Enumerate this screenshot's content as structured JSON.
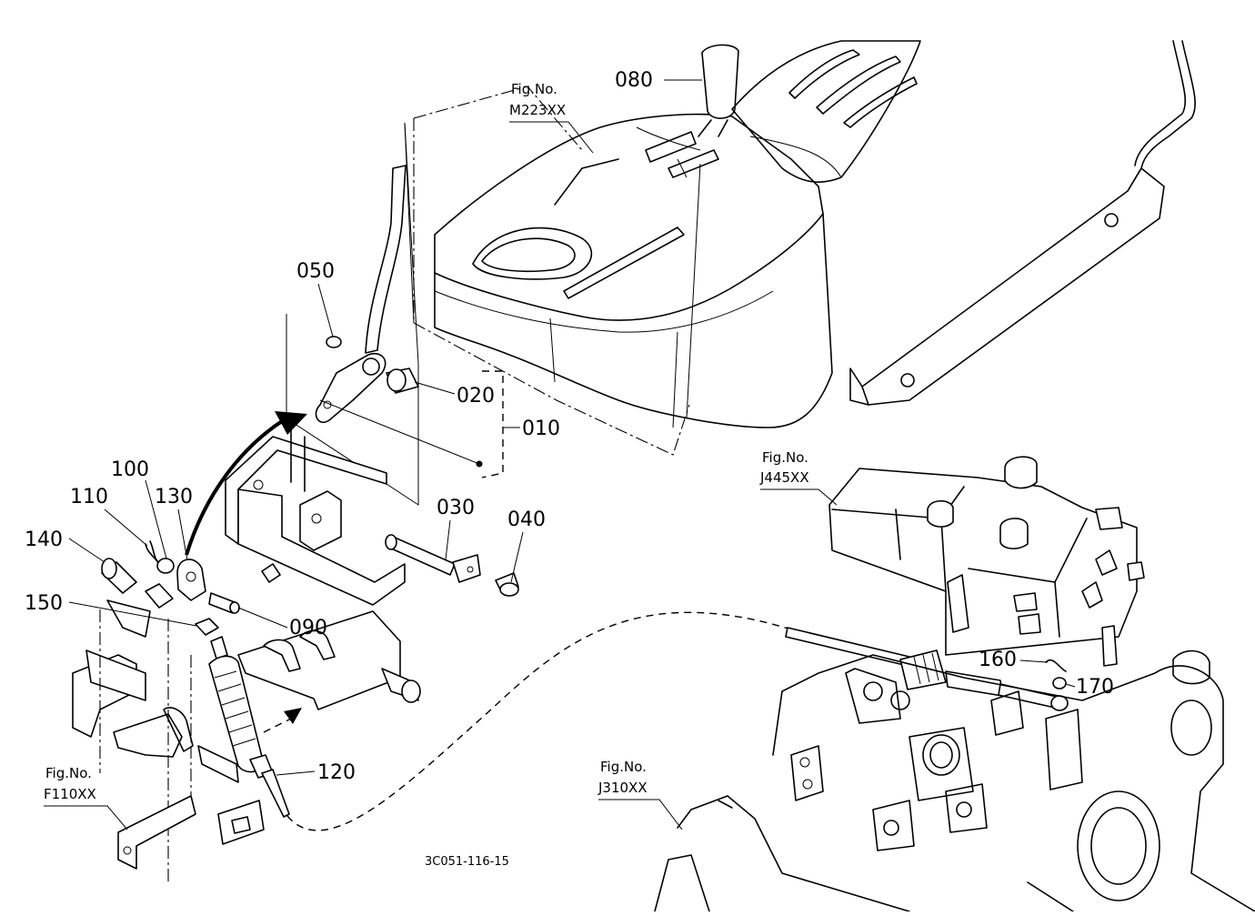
{
  "labels": {
    "p010": "010",
    "p020": "020",
    "p030": "030",
    "p040": "040",
    "p050": "050",
    "p080": "080",
    "p090": "090",
    "p100": "100",
    "p110": "110",
    "p120": "120",
    "p130": "130",
    "p140": "140",
    "p150": "150",
    "p160": "160",
    "p170": "170"
  },
  "figure_refs": {
    "m223": {
      "prefix": "Fig.No.",
      "code": "M223XX"
    },
    "j445": {
      "prefix": "Fig.No.",
      "code": "J445XX"
    },
    "j310": {
      "prefix": "Fig.No.",
      "code": "J310XX"
    },
    "f110": {
      "prefix": "Fig.No.",
      "code": "F110XX"
    }
  },
  "drawing_code": "3C051-116-15"
}
